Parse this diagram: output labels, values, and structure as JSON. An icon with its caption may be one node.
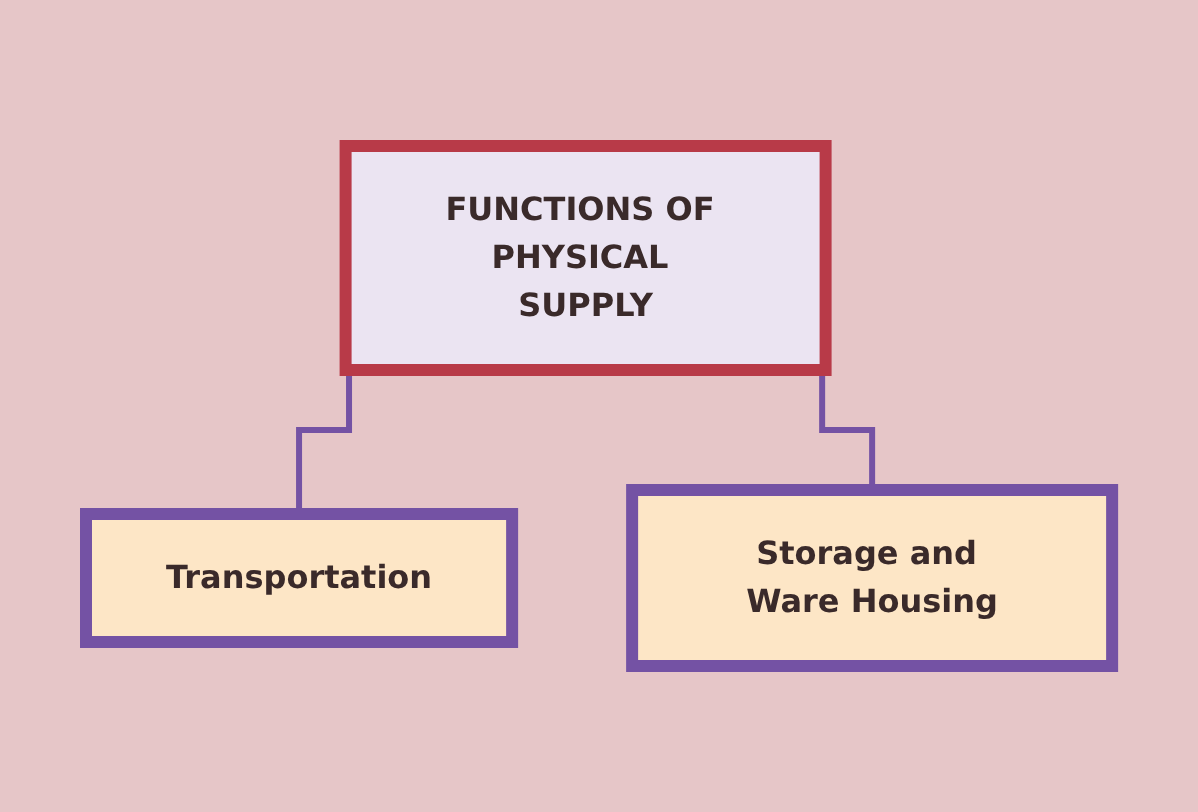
{
  "diagram": {
    "nodes": [
      {
        "text": [
          "FUNCTIONS OF PHYSICAL SUPPLY"
        ]
      },
      {
        "text": [
          "Transportation"
        ]
      },
      {
        "text": [
          "Storage and Ware Housing"
        ]
      }
    ],
    "edges": [
      {
        "from": 0,
        "to": 1,
        "arrow": "none"
      },
      {
        "from": 0,
        "to": 2,
        "arrow": "none"
      }
    ]
  }
}
